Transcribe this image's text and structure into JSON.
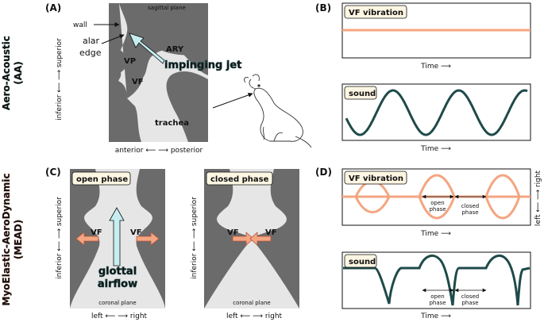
{
  "colors": {
    "tissue": "#6b6b6b",
    "air": "#e6e6e6",
    "orange": "#f4a582",
    "orange_dark": "#b2553b",
    "teal_dark": "#1f4a4a",
    "cyan": "#c6eef0",
    "aa_label": "#2e8b86",
    "mead_label": "#c1613a"
  },
  "row_labels": {
    "aa": [
      "Aero-Acoustic",
      "(AA)"
    ],
    "mead": [
      "MyoElastic-AeroDynamic",
      "(MEAD)"
    ]
  },
  "panel_a": {
    "label": "(A)",
    "plane": "sagittal plane",
    "wall": "wall",
    "alar": "alar",
    "edge": "edge",
    "ary": "ARY",
    "vp": "VP",
    "vf": "VF",
    "jet": "impinging jet",
    "trachea": "trachea",
    "axis_vertical": "inferior ⟵    ⟶ superior",
    "axis_horizontal": "anterior ⟵    ⟶ posterior"
  },
  "panel_b": {
    "label": "(B)",
    "top_title": "VF vibration",
    "bottom_title": "sound",
    "xlabel": "Time ⟶"
  },
  "panel_c": {
    "label": "(C)",
    "left_title": "open phase",
    "right_title": "closed phase",
    "vf": "VF",
    "airflow": [
      "glottal",
      "airflow"
    ],
    "plane": "coronal plane",
    "axis_vertical": "inferior ⟵    ⟶ superior",
    "axis_horizontal": "left ⟵    ⟶ right"
  },
  "panel_d": {
    "label": "(D)",
    "top_title": "VF vibration",
    "bottom_title": "sound",
    "xlabel": "Time ⟶",
    "open": [
      "open",
      "phase"
    ],
    "closed": [
      "closed",
      "phase"
    ],
    "right_axis": "left ⟵    ⟶ right"
  }
}
